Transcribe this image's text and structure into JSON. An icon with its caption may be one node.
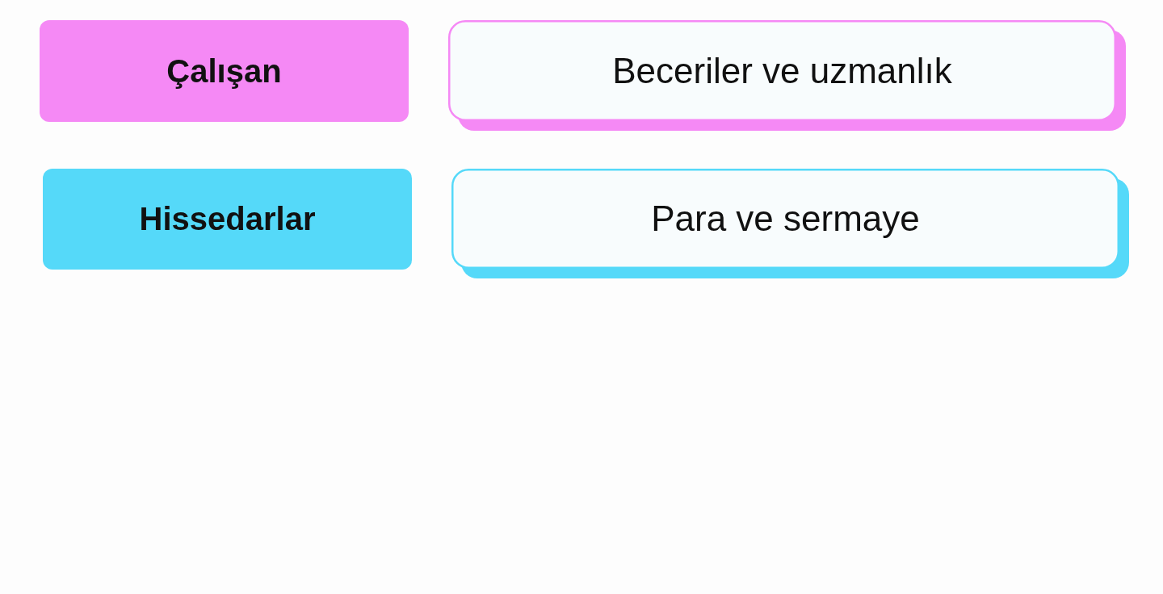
{
  "diagram": {
    "nodes": [
      {
        "text": [
          "Çalışan"
        ]
      },
      {
        "text": [
          "Beceriler ve uzmanlık"
        ]
      },
      {
        "text": [
          "Hissedarlar"
        ]
      },
      {
        "text": [
          "Para ve sermaye"
        ]
      }
    ]
  }
}
